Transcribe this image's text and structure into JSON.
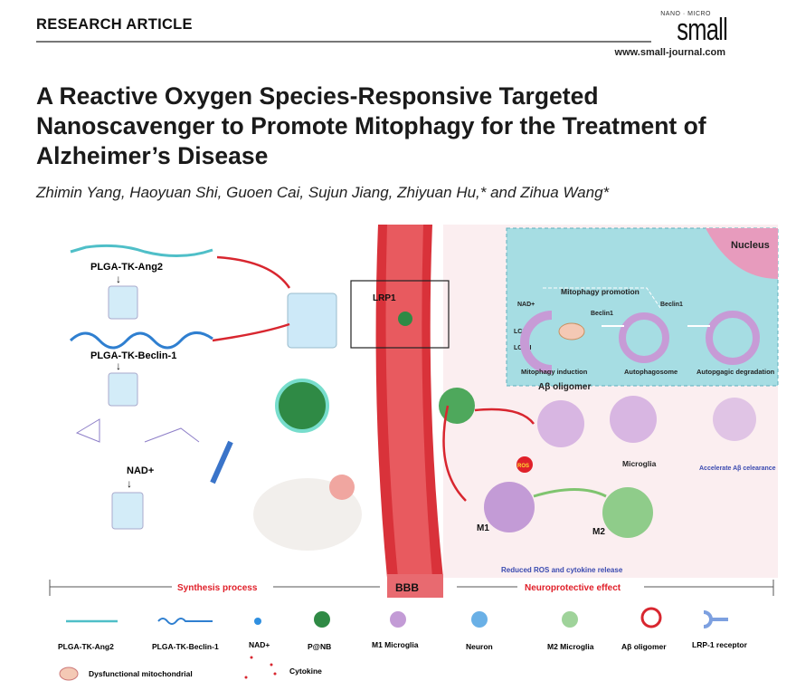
{
  "header": {
    "section": "RESEARCH ARTICLE",
    "journal_small_caption": "NANO · MICRO",
    "journal_name": "small",
    "journal_url": "www.small-journal.com"
  },
  "article": {
    "title_lines": [
      "A Reactive Oxygen Species-Responsive Targeted",
      "Nanoscavenger to Promote Mitophagy for the Treatment of",
      "Alzheimer’s Disease"
    ],
    "authors": "Zhimin Yang, Haoyuan Shi, Guoen Cai, Sujun Jiang, Zhiyuan Hu,* and Zihua Wang*"
  },
  "figure": {
    "left": {
      "ang2": "PLGA-TK-Ang2",
      "beclin": "PLGA-TK-Beclin-1",
      "nad": "NAD+",
      "arrow": "↓"
    },
    "vessel": {
      "lrp1": "LRP1",
      "bbb": "BBB"
    },
    "inset": {
      "nucleus": "Nucleus",
      "mitophagy_promotion": "Mitophagy promotion",
      "nad": "NAD+",
      "beclin_a": "Beclin1",
      "beclin_b": "Beclin1",
      "lc3i": "LC3-I",
      "lc3ii": "LC3-II",
      "induction": "Mitophagy induction",
      "autophagosome": "Autophagosome",
      "degradation": "Autopgagic degradation"
    },
    "right": {
      "abeta": "Aβ oligomer",
      "ros": "ROS",
      "microglia": "Microglia",
      "accelerate": "Accelerate Aβ celearance",
      "m1": "M1",
      "m2": "M2",
      "reduced": "Reduced ROS and cytokine release"
    },
    "sections": {
      "synthesis": "Synthesis process",
      "neuro": "Neuroprotective effect"
    },
    "legend": [
      "PLGA-TK-Ang2",
      "PLGA-TK-Beclin-1",
      "NAD+",
      "P@NB",
      "M1 Microglia",
      "Neuron",
      "M2 Microglia",
      "Aβ oligomer",
      "LRP-1 receptor"
    ],
    "legend2": [
      "Dysfunctional mitochondrial",
      "Cytokine"
    ],
    "colors": {
      "red": "#e0202a",
      "teal": "#a6dde3",
      "pink": "#fbeef0",
      "purple": "#b98ad0",
      "green": "#5fb36a",
      "blue": "#3a8fd0"
    }
  }
}
